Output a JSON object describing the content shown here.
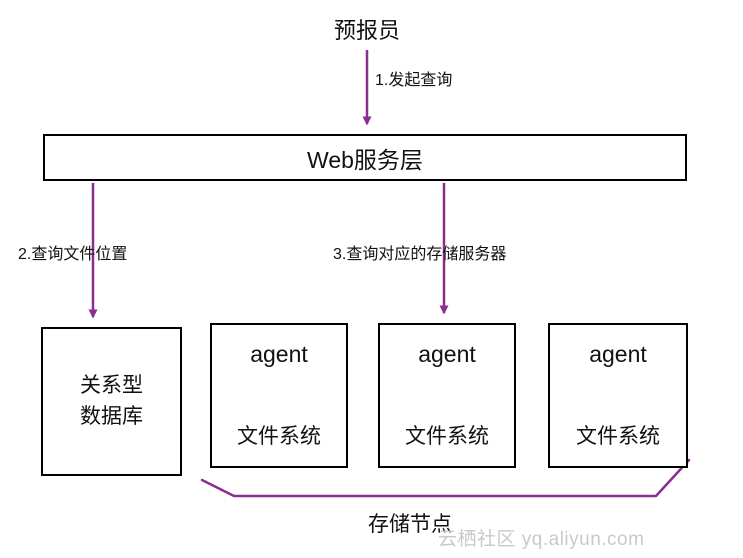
{
  "colors": {
    "arrow": "#8B2E8E",
    "watermark": "#c9c9c9"
  },
  "top": {
    "forecaster": "预报员",
    "step1": "1.发起查询"
  },
  "web_layer": {
    "label": "Web服务层"
  },
  "branches": {
    "step2": "2.查询文件位置",
    "step3": "3.查询对应的存储服务器"
  },
  "database": {
    "line1": "关系型",
    "line2": "数据库"
  },
  "agents": [
    {
      "top": "agent",
      "bottom": "文件系统"
    },
    {
      "top": "agent",
      "bottom": "文件系统"
    },
    {
      "top": "agent",
      "bottom": "文件系统"
    }
  ],
  "storage": {
    "label": "存储节点"
  },
  "watermark": {
    "text": "云栖社区 yq.aliyun.com"
  }
}
